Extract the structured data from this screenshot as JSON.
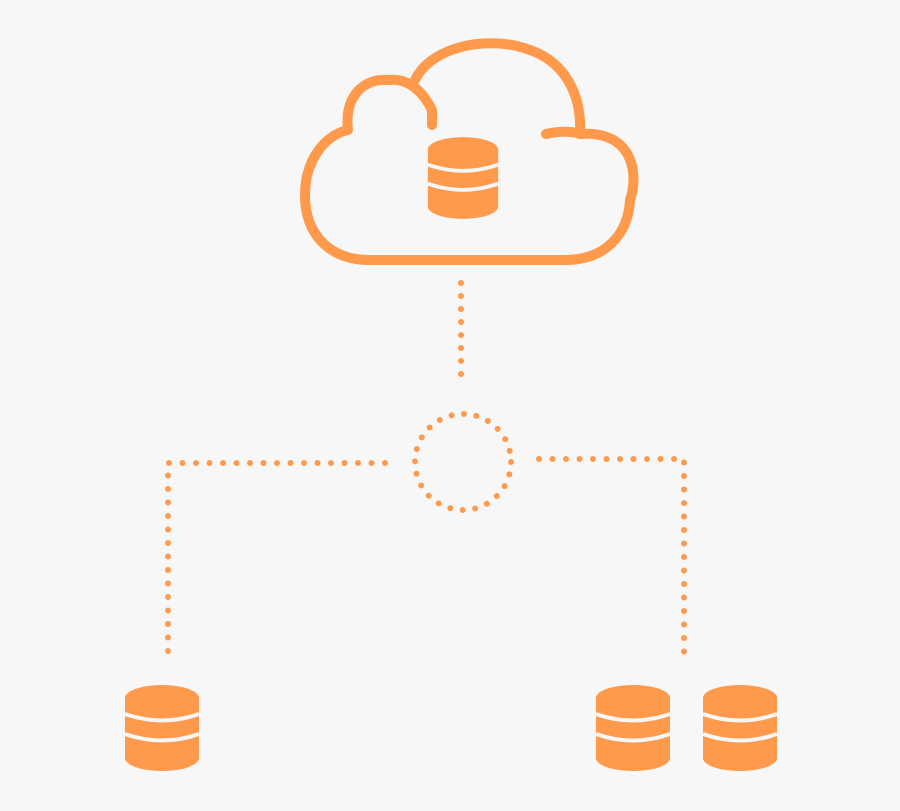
{
  "colors": {
    "background": "#f7f7f7",
    "accent": "#ff9a4d",
    "stripe": "#f7f7f7"
  },
  "icons": {
    "cloud": "cloud-icon",
    "database": "database-icon",
    "hub": "hub-circle-icon"
  },
  "diagram": {
    "description_nodes": [
      {
        "id": "cloud-database",
        "type": "database",
        "location": "cloud"
      },
      {
        "id": "hub",
        "type": "connector"
      },
      {
        "id": "left-database",
        "type": "database"
      },
      {
        "id": "right-database-1",
        "type": "database"
      },
      {
        "id": "right-database-2",
        "type": "database"
      }
    ],
    "edges": [
      {
        "from": "cloud-database",
        "to": "hub",
        "style": "dotted"
      },
      {
        "from": "hub",
        "to": "left-database",
        "style": "dotted"
      },
      {
        "from": "hub",
        "to": "right-database-1",
        "style": "dotted"
      }
    ]
  }
}
